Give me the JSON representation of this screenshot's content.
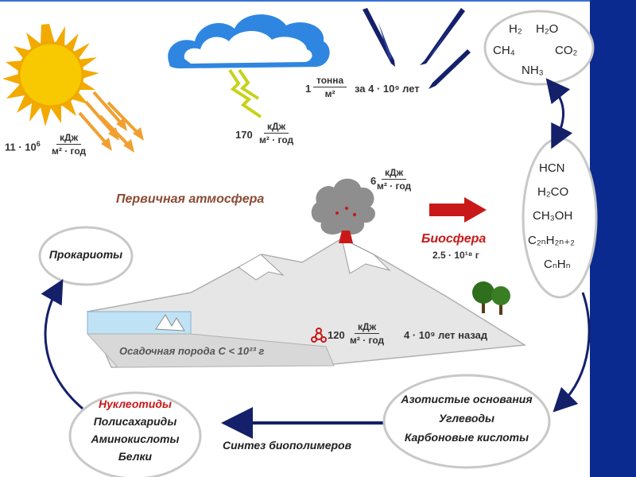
{
  "sun": {
    "coefficient": "11 · 10",
    "exponent": "6",
    "unit_num": "кДж",
    "unit_den": "м² · год"
  },
  "lightning": {
    "coefficient": "170",
    "unit_num": "кДж",
    "unit_den": "м² · год"
  },
  "meteorites": {
    "coefficient": "1",
    "unit_num": "тонна",
    "unit_den": "м²",
    "period": "за 4 · 10⁹ лет"
  },
  "volcano": {
    "coefficient": "6",
    "unit_num": "кДж",
    "unit_den": "м² · год"
  },
  "radioactivity": {
    "coefficient": "120",
    "unit_num": "кДж",
    "unit_den": "м² · год",
    "age": "4 · 10⁹ лет назад"
  },
  "labels": {
    "primary_atmosphere": "Первичная атмосфера",
    "biosphere": "Биосфера",
    "biosphere_mass": "2.5 · 10¹⁸ г",
    "sediment": "Осадочная порода С < 10²³ г",
    "synthesis": "Синтез биополимеров"
  },
  "gases": {
    "h2": "H₂",
    "h2o": "H₂O",
    "ch4": "CH₄",
    "co2": "CO₂",
    "nh3": "NH₃"
  },
  "organics": [
    "HCN",
    "H₂CO",
    "CH₃OH",
    "C₂ₙH₂ₙ₊₂",
    "CₙHₙ"
  ],
  "monomers": [
    "Азотистые основания",
    "Углеводы",
    "Карбоновые кислоты"
  ],
  "biopolymers": {
    "highlight": "Нуклеотиды",
    "items": [
      "Полисахариды",
      "Аминокислоты",
      "Белки"
    ]
  },
  "prokaryotes": "Прокариоты",
  "colors": {
    "sun": "#f5b800",
    "sun_ray": "#f0a030",
    "cloud": "#2f86e0",
    "lightning": "#c7d21a",
    "meteor": "#14206a",
    "arrow_navy": "#14206a",
    "biosphere_arrow": "#c81818",
    "label_brown": "#8b4a33",
    "highlight_red": "#c81818",
    "water": "#bfe3f5",
    "tree": "#2f6e1c"
  }
}
